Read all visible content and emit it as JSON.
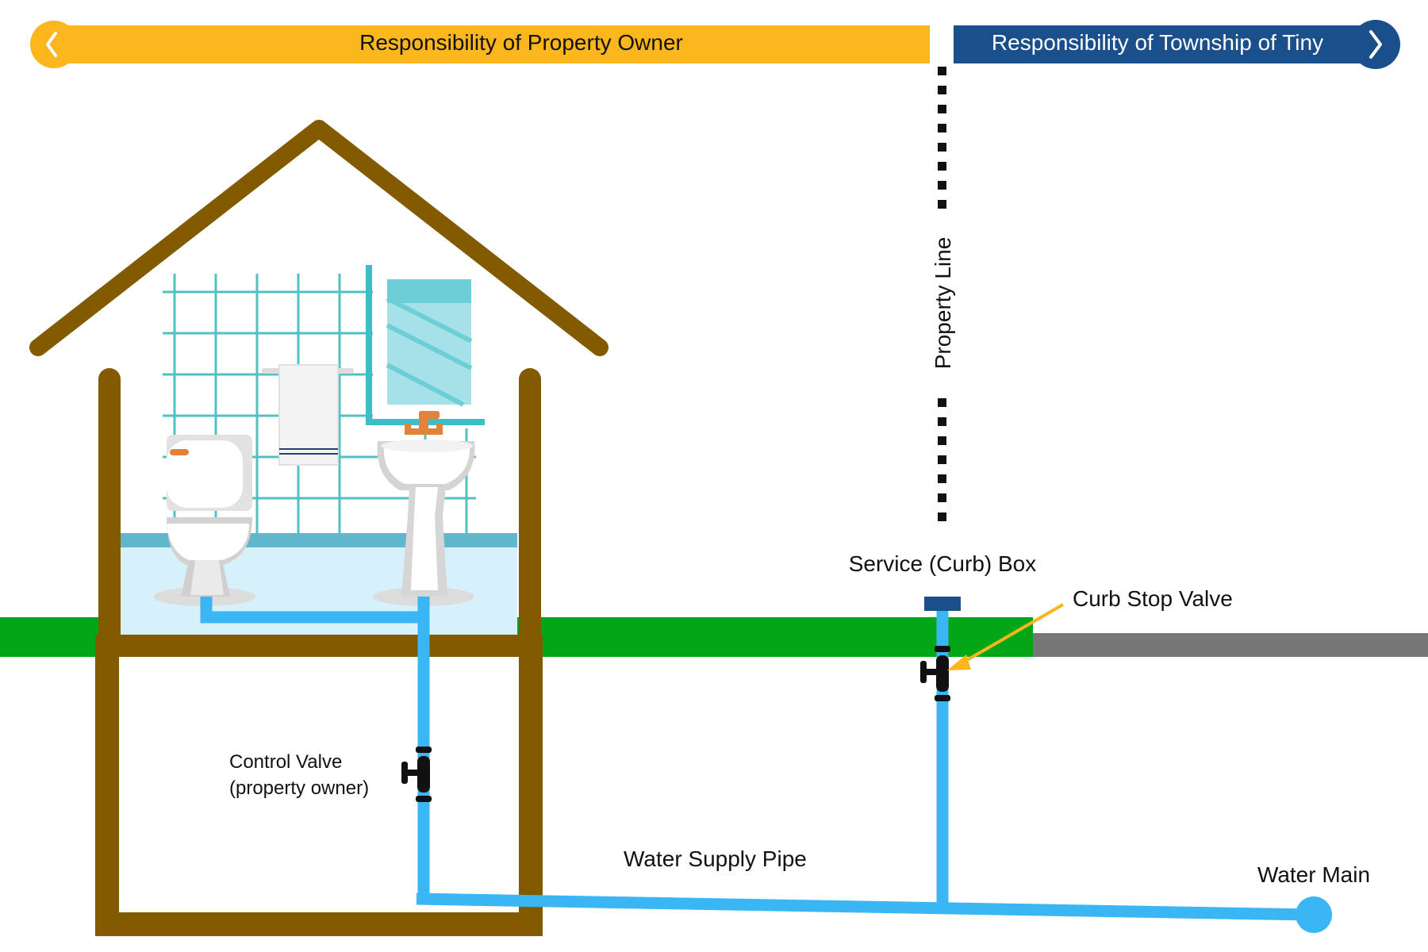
{
  "banners": {
    "owner_label": "Responsibility of Property Owner",
    "township_label": "Responsibility of Township of Tiny",
    "left_arrow_icon": "chevron-left-icon",
    "right_arrow_icon": "chevron-right-icon"
  },
  "labels": {
    "property_line": "Property Line",
    "service_box": "Service (Curb) Box",
    "curb_stop_valve": "Curb Stop Valve",
    "control_valve_line1": "Control Valve",
    "control_valve_line2": "(property owner)",
    "water_supply_pipe": "Water Supply Pipe",
    "water_main": "Water Main"
  },
  "colors": {
    "owner_banner": "#fbb61e",
    "township_banner": "#1a4f8b",
    "house_frame": "#825a00",
    "pipe": "#3bb6f5",
    "grass": "#03a616",
    "road": "#777777",
    "valve": "#111111",
    "curb_box": "#1a4f8b",
    "arrow": "#fbb61e",
    "tile": "#53c0c4",
    "floor": "#d6f1fa",
    "baseboard": "#5fb7cc",
    "mirror": "#a6e1ea"
  },
  "icons": {
    "toilet": "toilet-icon",
    "sink": "sink-icon",
    "mirror": "mirror-icon",
    "towel_rack": "towel-rack-icon",
    "faucet": "faucet-icon",
    "valve": "valve-icon"
  }
}
